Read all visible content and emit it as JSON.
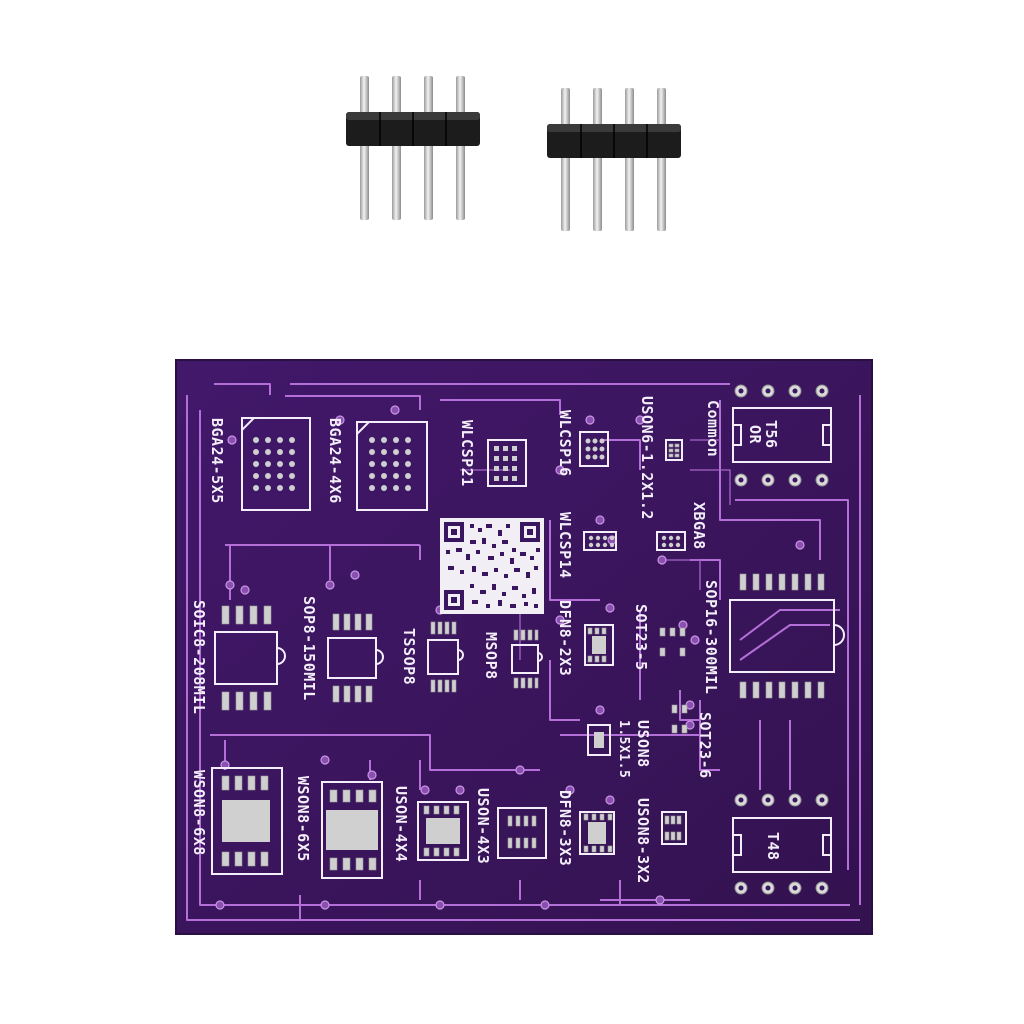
{
  "scene": {
    "description_items": {
      "pin_header_left": {
        "pins": 4
      },
      "pin_header_right": {
        "pins": 4
      }
    },
    "board": {
      "color": "#3a1560",
      "trace_color": "#b46fd8",
      "silkscreen_color": "#f4eefa"
    },
    "labels": {
      "bga24_5x5": "BGA24-5X5",
      "bga24_4x6": "BGA24-4X6",
      "wlcsp21": "WLCSP21",
      "wlcsp16": "WLCSP16",
      "wlcsp14": "WLCSP14",
      "uson6": "USON6-1.2X1.2",
      "common": "Common",
      "t56": "T56",
      "or": "OR",
      "xbga8": "XBGA8",
      "sop16": "SOP16-300MIL",
      "soic8": "SOIC8-208MIL",
      "sop8": "SOP8-150MIL",
      "tssop8": "TSSOP8",
      "msop8": "MSOP8",
      "dfn8_2x3": "DFN8-2X3",
      "sot23_5": "SOT23-5",
      "uson8_15": "USON8",
      "uson8_15b": "1.5X1.5",
      "sot23_6": "SOT23-6",
      "wson8_6x8": "WSON8-6X8",
      "wson8_6x5": "WSON8-6X5",
      "uson_4x4": "USON-4X4",
      "uson_4x3": "USON-4X3",
      "dfn8_3x3": "DFN8-3X3",
      "uson8_3x2": "USON8-3X2",
      "t48": "T48"
    }
  }
}
